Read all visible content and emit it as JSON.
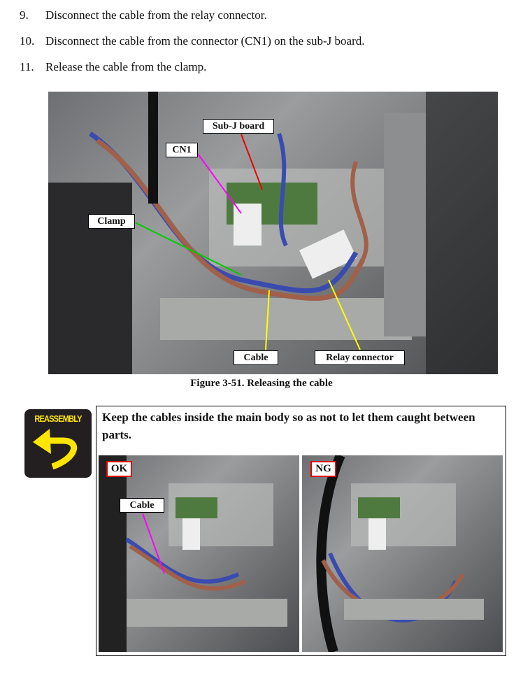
{
  "steps": [
    {
      "num": "9.",
      "text": "Disconnect the cable from the relay connector."
    },
    {
      "num": "10.",
      "text": "Disconnect the cable from the connector (CN1) on the sub-J board."
    },
    {
      "num": "11.",
      "text": "Release the cable from the clamp."
    }
  ],
  "figure": {
    "labels": {
      "sub_j_board": "Sub-J board",
      "cn1": "CN1",
      "clamp": "Clamp",
      "cable": "Cable",
      "relay_connector": "Relay connector"
    },
    "caption": "Figure 3-51.  Releasing the cable"
  },
  "reassembly": {
    "icon_label": "REASSEMBLY",
    "note": "Keep the cables inside the main body so as not to let them caught between parts.",
    "ok_label": "OK",
    "ng_label": "NG",
    "cable_label": "Cable"
  }
}
